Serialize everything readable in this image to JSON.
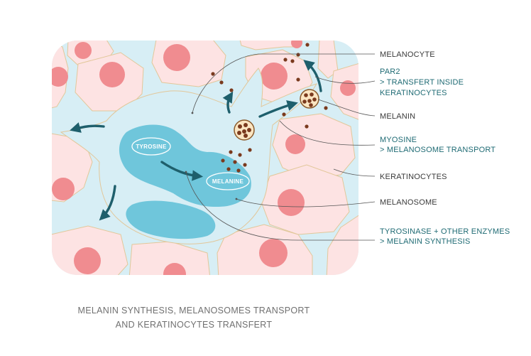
{
  "labels": {
    "melanocyte": "MELANOCYTE",
    "par2_title": "PAR2",
    "par2_desc_1": "> TRANSFERT INSIDE",
    "par2_desc_2": "KERATINOCYTES",
    "melanin": "MELANIN",
    "myosine_title": "MYOSINE",
    "myosine_desc": "> MELANOSOME TRANSPORT",
    "keratinocytes": "KERATINOCYTES",
    "melanosome": "MELANOSOME",
    "tyrosinase_title": "TYROSINASE + OTHER ENZYMES",
    "tyrosinase_desc": "> MELANIN SYNTHESIS"
  },
  "inner": {
    "tyrosine": "TYROSINE",
    "melanine": "MELANINE"
  },
  "caption": {
    "line1": "MELANIN SYNTHESIS, MELANOSOMES TRANSPORT",
    "line2": "AND KERATINOCYTES TRANSFERT"
  },
  "colors": {
    "cell_fill": "#fde3e3",
    "nucleus": "#f08c90",
    "melanocyte": "#d7eef5",
    "nucleus_blue": "#6fc6db",
    "arrow": "#1e5f6c",
    "melanin_dot": "#7a3a1e",
    "label_teal": "#1f6b74"
  }
}
